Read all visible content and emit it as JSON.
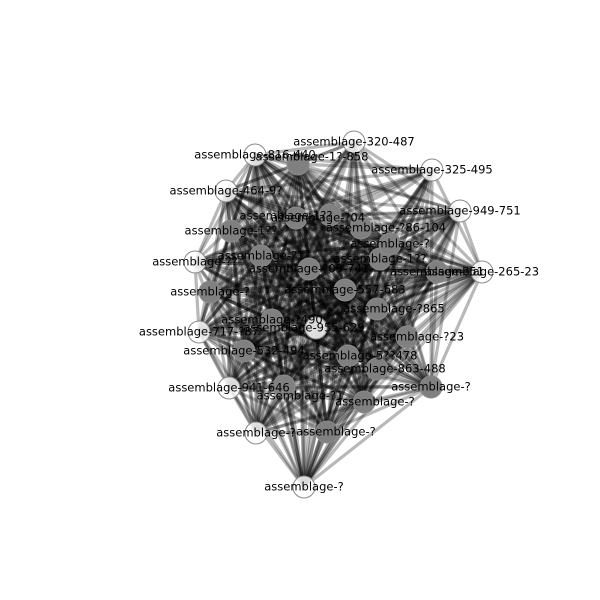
{
  "diagram": {
    "type": "network-graph",
    "node_fill": "#808080",
    "node_fill_outer": "#ffffff",
    "edge_color": "#000000",
    "nodes": [
      {
        "label": "assemblage-320-487"
      },
      {
        "label": "assemblage-816-440"
      },
      {
        "label": "assemblage-1?-858"
      },
      {
        "label": "assemblage-325-495"
      },
      {
        "label": "assemblage-464-9?"
      },
      {
        "label": "assemblage-949-751"
      },
      {
        "label": "assemblage-1??"
      },
      {
        "label": "assemblage-?04"
      },
      {
        "label": "assemblage-?86-104"
      },
      {
        "label": "assemblage-1??"
      },
      {
        "label": "assemblage-265-23"
      },
      {
        "label": "assemblage-?51"
      },
      {
        "label": "assemblage-??"
      },
      {
        "label": "assemblage-?1"
      },
      {
        "label": "assemblage-?09-741"
      },
      {
        "label": "assemblage-1??"
      },
      {
        "label": "assemblage-557-683"
      },
      {
        "label": "assemblage-?"
      },
      {
        "label": "assemblage-?865"
      },
      {
        "label": "assemblage-717-?87"
      },
      {
        "label": "assemblage-?490"
      },
      {
        "label": "assemblage-955-629"
      },
      {
        "label": "assemblage-?23"
      },
      {
        "label": "assemblage-532-494"
      },
      {
        "label": "assemblage-5??478"
      },
      {
        "label": "assemblage-863-488"
      },
      {
        "label": "assemblage-941-646"
      },
      {
        "label": "assemblage-?1"
      },
      {
        "label": "assemblage-?"
      },
      {
        "label": "assemblage-?"
      },
      {
        "label": "assemblage-?"
      },
      {
        "label": "assemblage-?"
      },
      {
        "label": "assemblage-?"
      },
      {
        "label": "assemblage-?"
      }
    ]
  }
}
